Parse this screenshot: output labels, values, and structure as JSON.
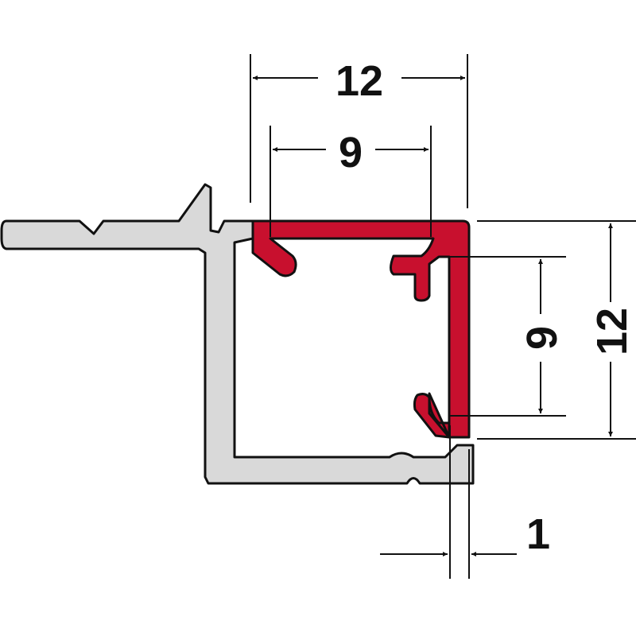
{
  "colors": {
    "profile": "#d9d9d9",
    "insert": "#c8102e",
    "outline": "#111111"
  },
  "dimensions": {
    "top_outer": "12",
    "top_inner": "9",
    "right_inner": "9",
    "right_outer": "12",
    "wall_thickness": "1"
  }
}
